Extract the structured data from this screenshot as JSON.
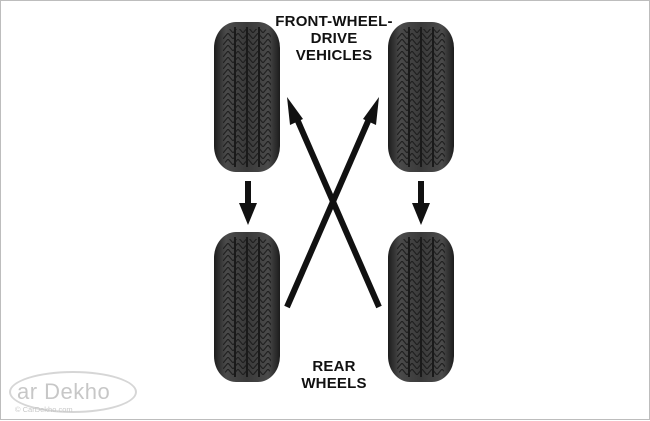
{
  "labels": {
    "front": [
      "FRONT-WHEEL-",
      "DRIVE",
      "VEHICLES"
    ],
    "rear": [
      "REAR",
      "WHEELS"
    ]
  },
  "watermark": {
    "brand": "ar Dekho",
    "copyright": "© CarDekho.com"
  },
  "colors": {
    "tire": "#2b2b2b",
    "tread": "#3a3a3a",
    "arrow": "#111111",
    "background": "#ffffff"
  },
  "tires": [
    "front-left",
    "front-right",
    "rear-left",
    "rear-right"
  ],
  "arrows": [
    "front-left-to-rear-left",
    "front-right-to-rear-right",
    "rear-left-to-front-right",
    "rear-right-to-front-left"
  ]
}
